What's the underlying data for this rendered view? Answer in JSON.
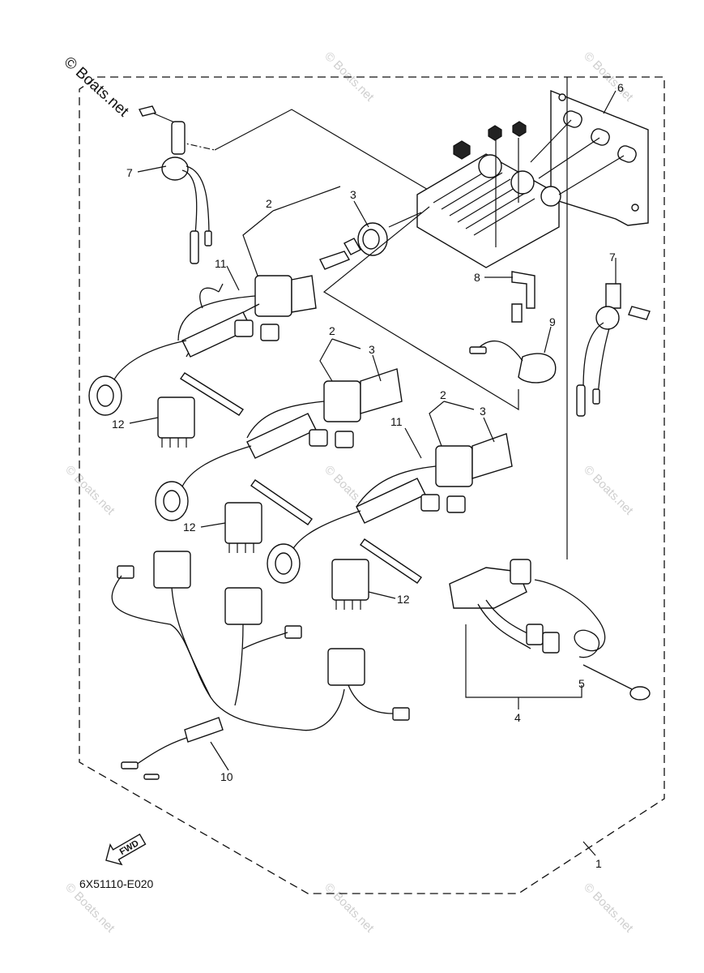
{
  "copyright": "© Boats.net",
  "watermark": "© Boats.net",
  "diagram_code": "6X51110-E020",
  "fwd_label": "FWD",
  "callouts": {
    "c1": "1",
    "c2a": "2",
    "c2b": "2",
    "c2c": "2",
    "c3a": "3",
    "c3b": "3",
    "c3c": "3",
    "c4": "4",
    "c5": "5",
    "c6": "6",
    "c7a": "7",
    "c7b": "7",
    "c8": "8",
    "c9": "9",
    "c10": "10",
    "c11a": "11",
    "c11b": "11",
    "c12a": "12",
    "c12b": "12",
    "c12c": "12"
  }
}
